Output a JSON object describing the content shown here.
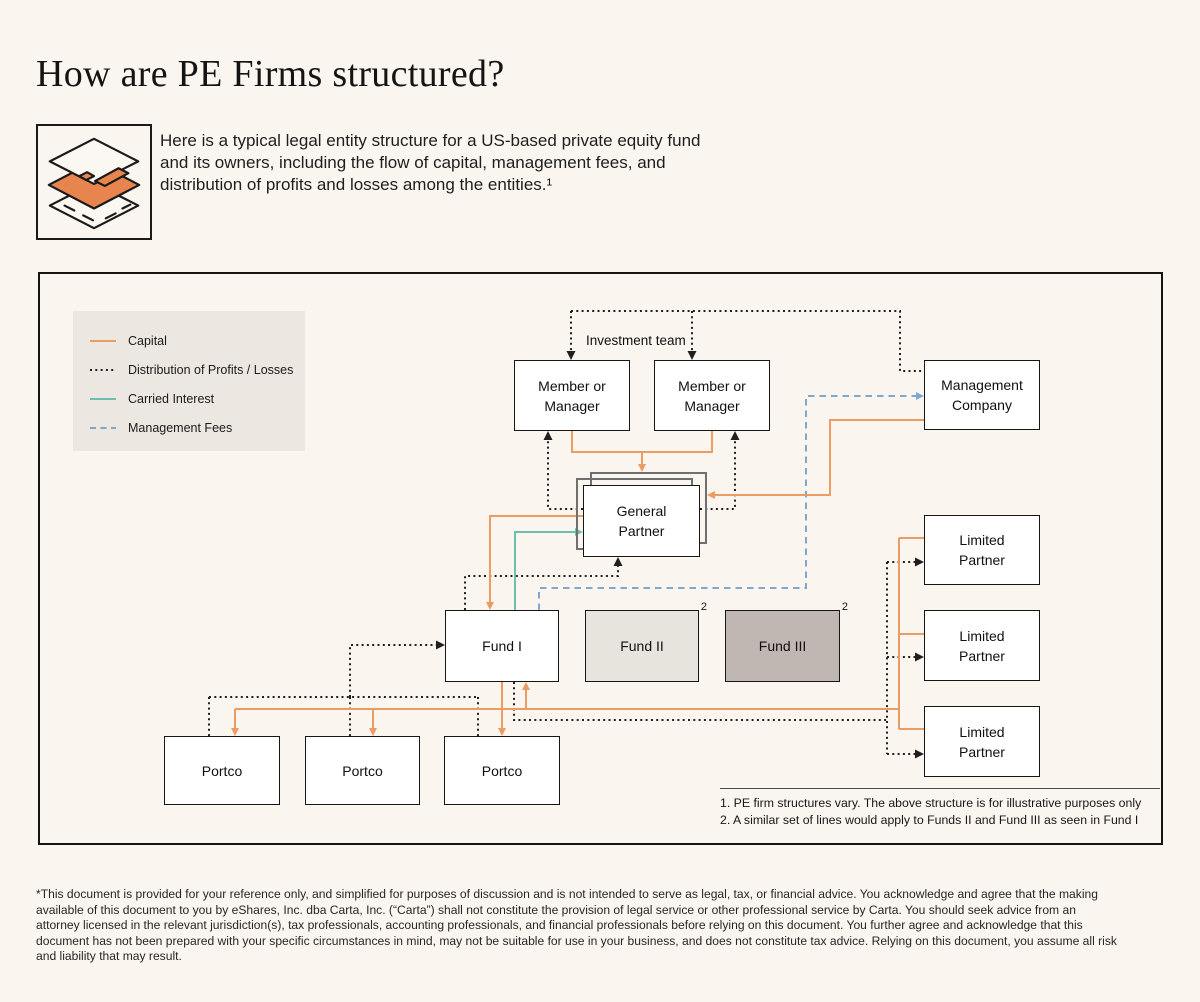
{
  "page": {
    "title": "How are PE Firms structured?",
    "intro_lines": [
      "Here is a typical legal entity structure for a US-based private equity fund",
      "and its owners, including the flow of capital, management fees, and",
      "distribution of profits and losses among the entities.¹"
    ],
    "disclaimer_lines": [
      "*This document is provided for your reference only, and simplified for purposes of discussion and is not intended to serve as legal, tax, or financial advice. You acknowledge and agree that the making",
      "available of this document to you by eShares, Inc. dba Carta, Inc. (“Carta”) shall not constitute the provision of legal service or other professional service by Carta. You should seek advice from an",
      "attorney licensed in the relevant jurisdiction(s), tax professionals, accounting professionals, and financial professionals before relying on this document. You further agree and acknowledge that this",
      "document has not been prepared with your specific circumstances in mind, may not be suitable for use in your business, and does not constitute tax advice. Relying on this document, you assume all risk",
      "and liability that may result."
    ]
  },
  "legend": {
    "items": [
      {
        "label": "Capital",
        "color": "#EB9C62",
        "style": "solid"
      },
      {
        "label": "Distribution of Profits / Losses",
        "color": "#1F1F1F",
        "style": "dotted"
      },
      {
        "label": "Carried Interest",
        "color": "#6FBDB1",
        "style": "solid"
      },
      {
        "label": "Management Fees",
        "color": "#7EA8CD",
        "style": "dashed"
      }
    ]
  },
  "diagram": {
    "investment_team_label": "Investment team",
    "nodes": {
      "member1": "Member or Manager",
      "member2": "Member or Manager",
      "management_company": "Management Company",
      "general_partner": "General Partner",
      "fund1": "Fund I",
      "fund2": "Fund II",
      "fund3": "Fund III",
      "fund2_note_ref": "2",
      "fund3_note_ref": "2",
      "lp1": "Limited Partner",
      "lp2": "Limited Partner",
      "lp3": "Limited Partner",
      "portco1": "Portco",
      "portco2": "Portco",
      "portco3": "Portco"
    },
    "footnotes": [
      "1. PE firm structures vary. The above structure is for illustrative purposes only",
      "2. A similar set of lines would apply to Funds II and Fund III as seen in Fund I"
    ]
  }
}
